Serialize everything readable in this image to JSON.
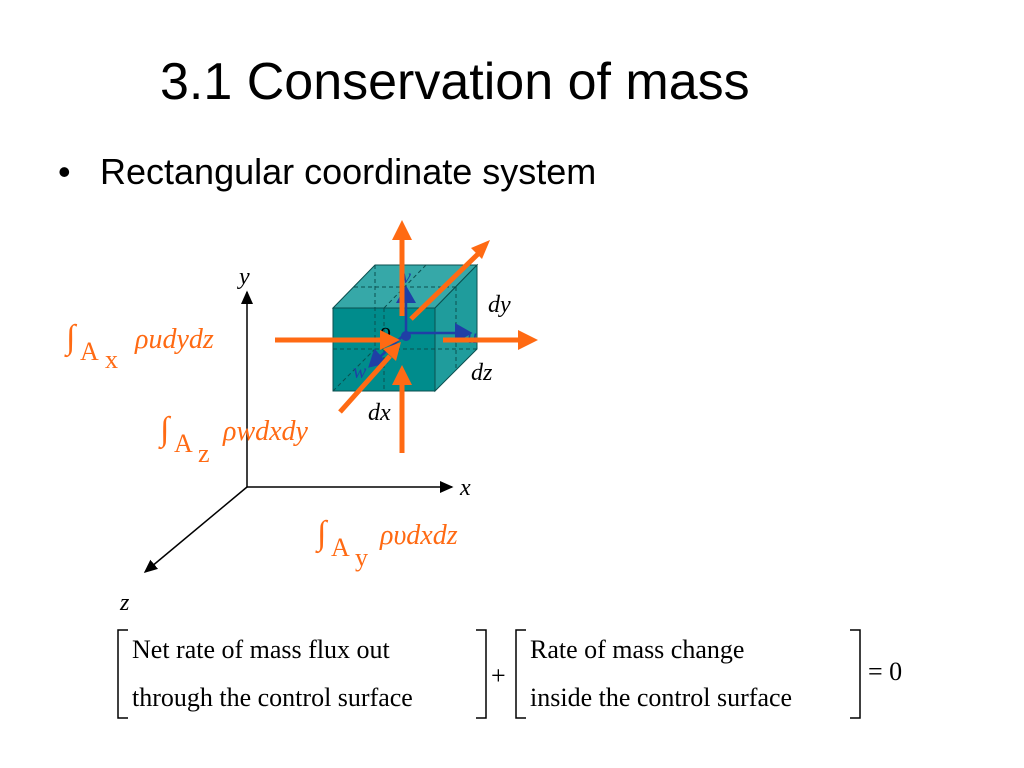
{
  "slide": {
    "title": "3.1 Conservation of mass",
    "bullet": "Rectangular coordinate system"
  },
  "diagram": {
    "axes": {
      "x": "x",
      "y": "y",
      "z": "z"
    },
    "origin_label": "o",
    "dims": {
      "dx": "dx",
      "dy": "dy",
      "dz": "dz"
    },
    "velocity": {
      "v": "v",
      "u": "u",
      "w": "w"
    },
    "flux_labels": {
      "x": {
        "sub": "x",
        "expr": "ρudydz"
      },
      "z": {
        "sub": "z",
        "expr": "ρwdxdy"
      },
      "y": {
        "sub": "y",
        "expr": "ρυdxdz"
      }
    },
    "integral_sign": "∫",
    "area_symbol": "A",
    "colors": {
      "arrow": "#FF6A13",
      "cube_front": "#008C8C",
      "cube_top": "#36A8A8",
      "cube_side": "#1F9C9C",
      "vector": "#1F3FA6"
    }
  },
  "equation": {
    "box1_line1": "Net rate of  mass flux  out",
    "box1_line2": "through  the control surface",
    "plus": "+",
    "box2_line1": "Rate of  mass change",
    "box2_line2": "inside  the control surface",
    "equals": "= 0"
  }
}
